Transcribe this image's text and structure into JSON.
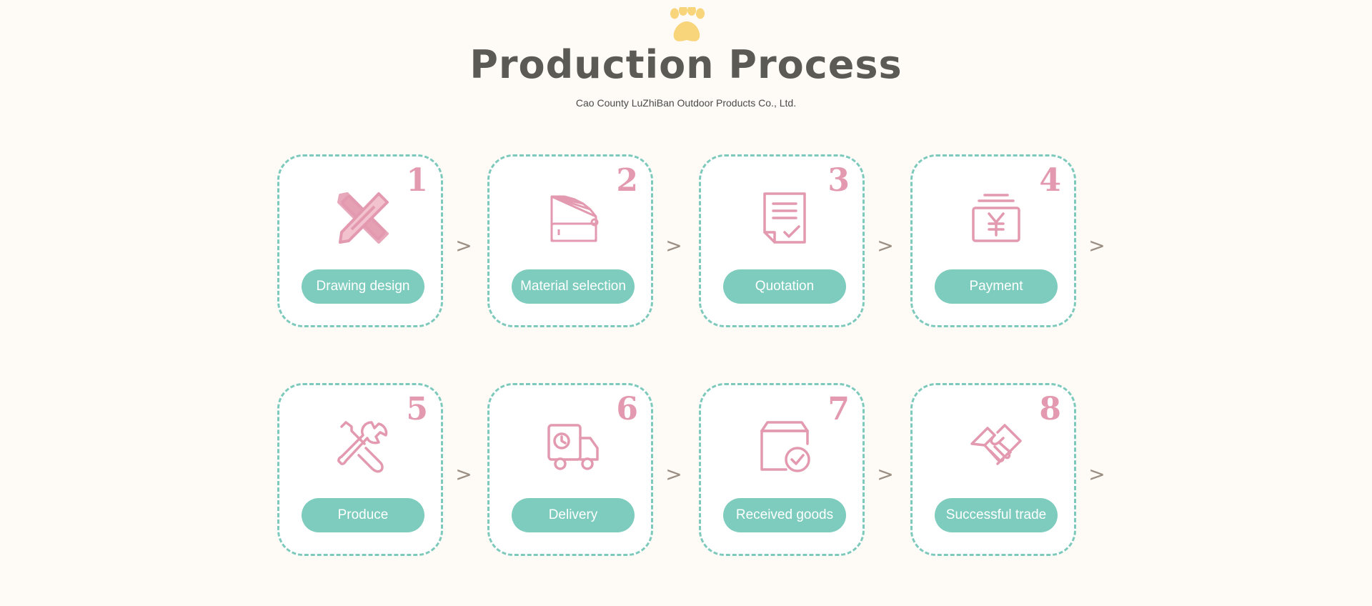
{
  "header": {
    "title": "Production Process",
    "subtitle": "Cao County LuZhiBan Outdoor Products Co., Ltd.",
    "logo_icon": "paw-icon"
  },
  "colors": {
    "background": "#fefbf6",
    "accent_teal": "#7dc9bc",
    "accent_pink": "#e8a2b4",
    "paw_yellow": "#f8d57a",
    "title_gray": "#5c5a55"
  },
  "arrow_glyph": ">",
  "steps": [
    {
      "number": "1",
      "label": "Drawing design",
      "icon": "pencil-ruler-icon"
    },
    {
      "number": "2",
      "label": "Material selection",
      "icon": "swatch-fan-icon"
    },
    {
      "number": "3",
      "label": "Quotation",
      "icon": "document-check-icon"
    },
    {
      "number": "4",
      "label": "Payment",
      "icon": "yuan-payment-icon"
    },
    {
      "number": "5",
      "label": "Produce",
      "icon": "wrench-screwdriver-icon"
    },
    {
      "number": "6",
      "label": "Delivery",
      "icon": "delivery-truck-icon"
    },
    {
      "number": "7",
      "label": "Received goods",
      "icon": "box-check-icon"
    },
    {
      "number": "8",
      "label": "Successful trade",
      "icon": "handshake-icon"
    }
  ]
}
